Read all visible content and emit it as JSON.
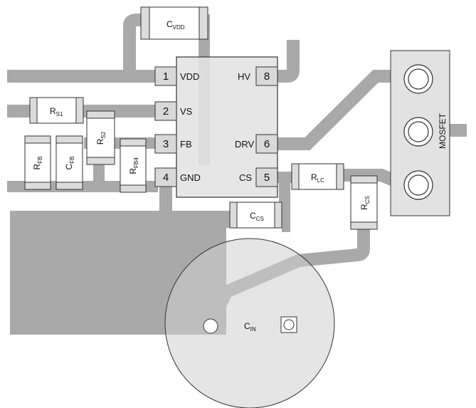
{
  "colors": {
    "trace": "#a9a9a9",
    "ic_body": "#e2e2e2",
    "ic_outline": "#333333",
    "pin_pad": "#d9d9d9",
    "component_fill": "#ffffff",
    "component_end": "#dcdcdc",
    "cap_disc": "#d0d0d0"
  },
  "ic": {
    "pins": [
      {
        "number": "1",
        "name": "VDD"
      },
      {
        "number": "2",
        "name": "VS"
      },
      {
        "number": "3",
        "name": "FB"
      },
      {
        "number": "4",
        "name": "GND"
      },
      {
        "number": "5",
        "name": "CS"
      },
      {
        "number": "6",
        "name": "DRV"
      },
      {
        "number": "8",
        "name": "HV"
      }
    ]
  },
  "components": {
    "c_vdd": {
      "main": "C",
      "sub": "VDD"
    },
    "r_s1": {
      "main": "R",
      "sub": "S1"
    },
    "r_s2": {
      "main": "R",
      "sub": "S2"
    },
    "r_fb": {
      "main": "R",
      "sub": "FB"
    },
    "c_fb": {
      "main": "C",
      "sub": "FB"
    },
    "r_fb4": {
      "main": "R",
      "sub": "FB4"
    },
    "r_lc": {
      "main": "R",
      "sub": "LC"
    },
    "c_cs": {
      "main": "C",
      "sub": "CS"
    },
    "r_cs": {
      "main": "R",
      "sub": "CS"
    },
    "c_in": {
      "main": "C",
      "sub": "IN"
    }
  },
  "mosfet": {
    "label": "MOSFET"
  }
}
